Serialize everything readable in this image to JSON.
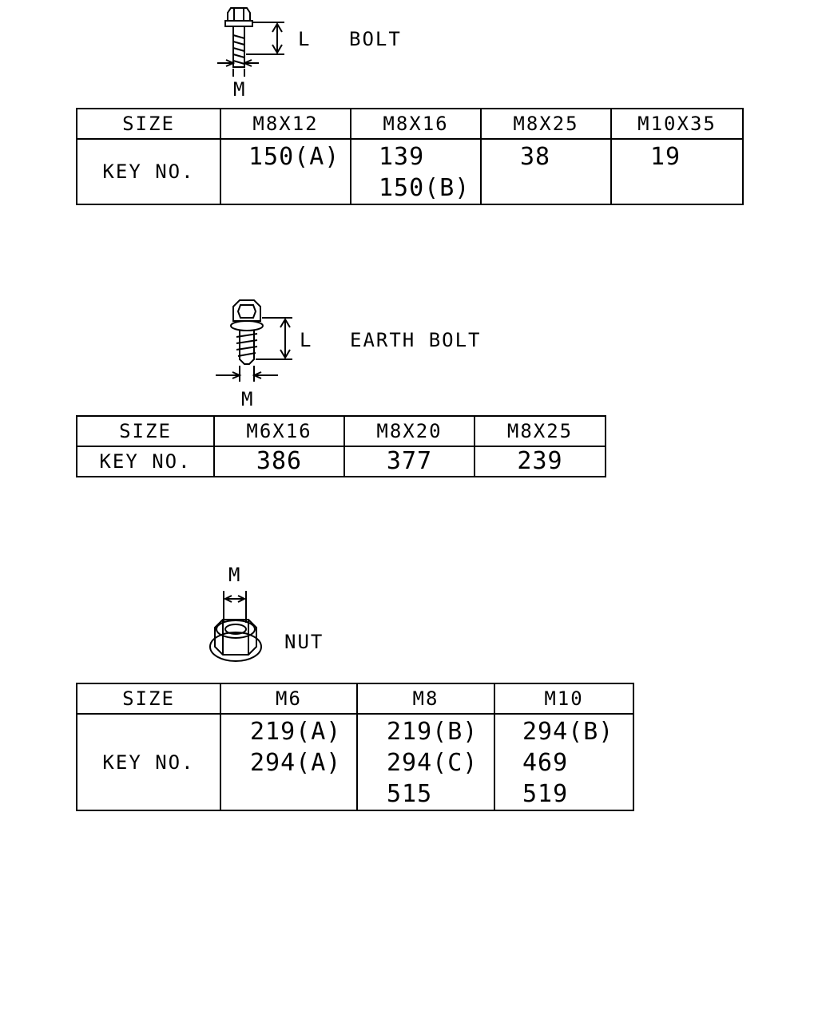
{
  "sections": [
    {
      "id": "bolt",
      "title": "BOLT",
      "dim_length_label": "L",
      "dim_diameter_label": "M",
      "table": {
        "row_header": "SIZE",
        "row_label": "KEY NO.",
        "columns": [
          {
            "size": "M8X12",
            "keys": [
              "150(A)"
            ]
          },
          {
            "size": "M8X16",
            "keys": [
              "139",
              "150(B)"
            ]
          },
          {
            "size": "M8X25",
            "keys": [
              "38"
            ]
          },
          {
            "size": "M10X35",
            "keys": [
              "19"
            ]
          }
        ]
      }
    },
    {
      "id": "earth-bolt",
      "title": "EARTH BOLT",
      "dim_length_label": "L",
      "dim_diameter_label": "M",
      "table": {
        "row_header": "SIZE",
        "row_label": "KEY NO.",
        "columns": [
          {
            "size": "M6X16",
            "keys": [
              "386"
            ]
          },
          {
            "size": "M8X20",
            "keys": [
              "377"
            ]
          },
          {
            "size": "M8X25",
            "keys": [
              "239"
            ]
          }
        ]
      }
    },
    {
      "id": "nut",
      "title": "NUT",
      "dim_diameter_label": "M",
      "table": {
        "row_header": "SIZE",
        "row_label": "KEY NO.",
        "columns": [
          {
            "size": "M6",
            "keys": [
              "219(A)",
              "294(A)"
            ]
          },
          {
            "size": "M8",
            "keys": [
              "219(B)",
              "294(C)",
              "515"
            ]
          },
          {
            "size": "M10",
            "keys": [
              "294(B)",
              "469",
              "519"
            ]
          }
        ]
      }
    }
  ]
}
